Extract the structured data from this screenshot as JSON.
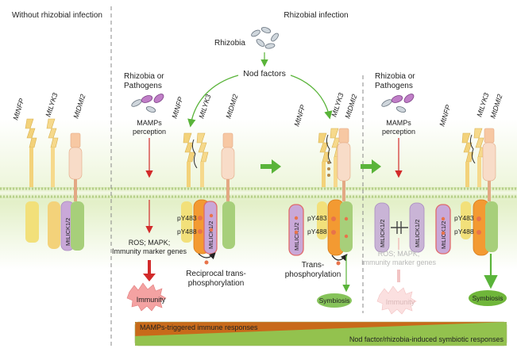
{
  "headers": {
    "without": "Without rhizobial infection",
    "with": "Rhizobial infection"
  },
  "receptors": {
    "nfp": "MtNFP",
    "lyk3": "MtLYK3",
    "dmi2": "MtDMI2",
    "lick": "MtLICK1/2"
  },
  "signals": {
    "rhizobia": "Rhizobia",
    "nod_factors": "Nod factors",
    "rhizobia_or_line1": "Rhizobia or",
    "rhizobia_or_line2": "Pathogens",
    "mamps_line1": "MAMPs",
    "mamps_line2": "perception"
  },
  "phospho": {
    "y483": "pY483",
    "y488": "pY488"
  },
  "pathway": {
    "ros_line1": "ROS; MAPK;",
    "ros_line2": "Immunity marker genes",
    "immunity": "Immunity",
    "reciprocal_line1": "Reciprocal trans-",
    "reciprocal_line2": "phosphorylation",
    "trans_line1": "Trans-",
    "trans_line2": "phosphorylation",
    "symbiosis": "Symbiosis"
  },
  "bars": {
    "immune": "MAMPs-triggered immune responses",
    "symbiotic": "Nod factor/rhizobia-induced symbiotic responses"
  },
  "colors": {
    "membrane": "#cfe2a6",
    "nfp": "#f3d27a",
    "lyk3": "#f6d98c",
    "dmi2": "#f7c8a3",
    "lick": "#c9a8d8",
    "orange_kinase": "#f39a32",
    "green_kinase": "#a7cf7a",
    "phospho_dot": "#e8734a",
    "red_arrow": "#d22b2b",
    "green_arrow": "#5ab43a",
    "immune_bar": "#c86a1a",
    "symbiotic_bar": "#93c24e"
  }
}
